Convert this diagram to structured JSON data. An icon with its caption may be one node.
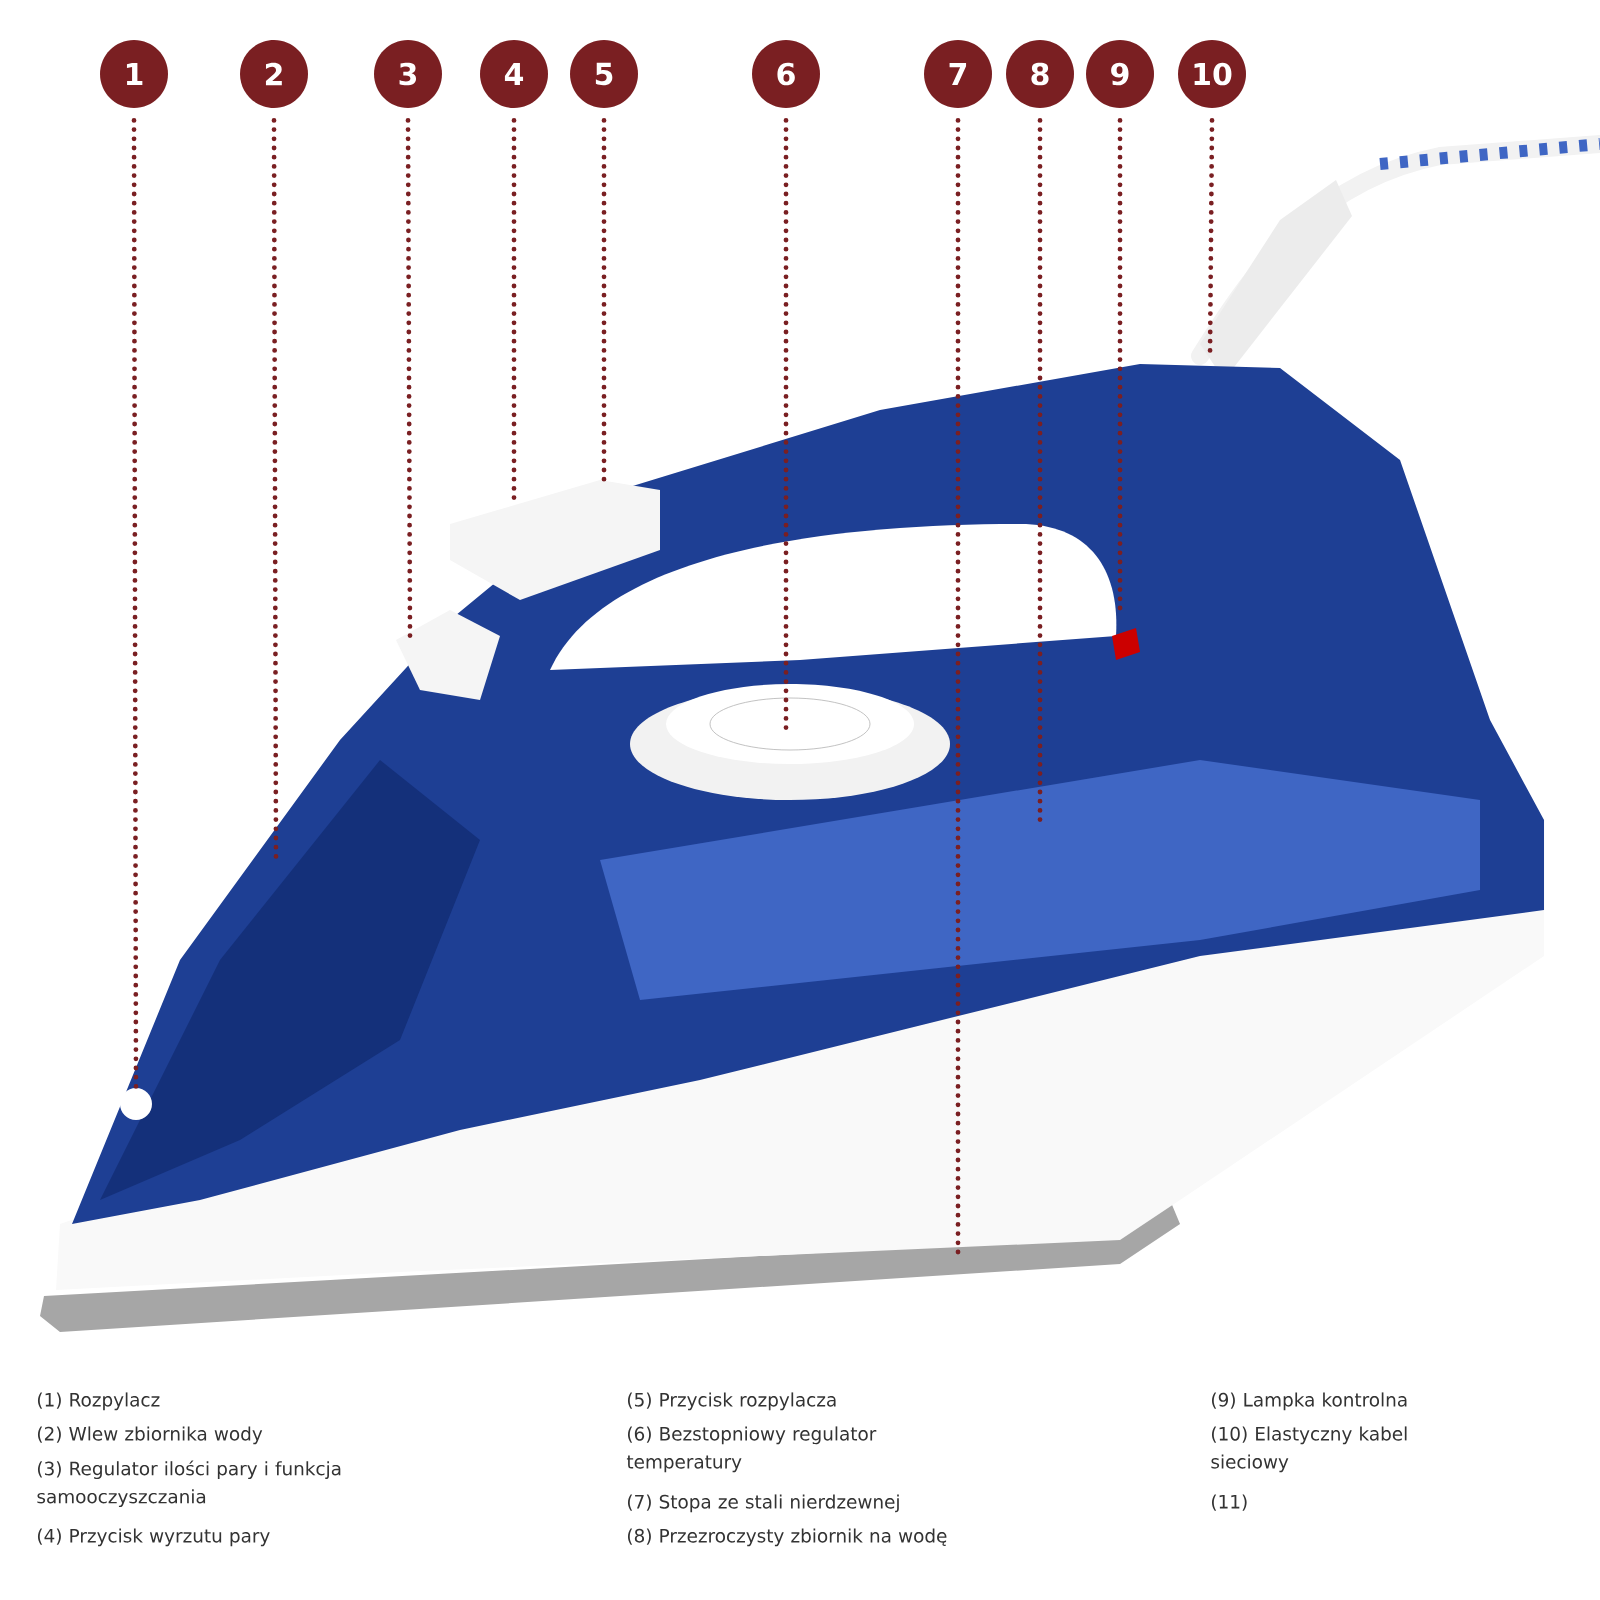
{
  "diagram": {
    "nodes": [
      {
        "text": [
          "1"
        ]
      },
      {
        "text": [
          "2"
        ]
      },
      {
        "text": [
          "3"
        ]
      },
      {
        "text": [
          "4"
        ]
      },
      {
        "text": [
          "5"
        ]
      },
      {
        "text": [
          "6"
        ]
      },
      {
        "text": [
          "7"
        ]
      },
      {
        "text": [
          "8"
        ]
      },
      {
        "text": [
          "9"
        ]
      },
      {
        "text": [
          "10"
        ]
      }
    ],
    "edges": [
      {
        "from": 0,
        "to": null,
        "arrow": "none",
        "style": "dashed"
      },
      {
        "from": 1,
        "to": null,
        "arrow": "none",
        "style": "dashed"
      },
      {
        "from": 2,
        "to": null,
        "arrow": "none",
        "style": "dashed"
      },
      {
        "from": 3,
        "to": null,
        "arrow": "none",
        "style": "dashed"
      },
      {
        "from": 4,
        "to": null,
        "arrow": "none",
        "style": "dashed"
      },
      {
        "from": 5,
        "to": null,
        "arrow": "none",
        "style": "dashed"
      },
      {
        "from": 6,
        "to": null,
        "arrow": "none",
        "style": "dashed"
      },
      {
        "from": 7,
        "to": null,
        "arrow": "none",
        "style": "dashed"
      },
      {
        "from": 8,
        "to": null,
        "arrow": "none",
        "style": "dashed"
      },
      {
        "from": 9,
        "to": null,
        "arrow": "none",
        "style": "dashed"
      }
    ],
    "labels": [
      "(1) Rozpylacz",
      "(2) Wlew zbiornika wody",
      "(3) Regulator ilości pary i funkcja samooczyszczania",
      "(4) Przycisk wyrzutu pary",
      "(5) Przycisk rozpylacza",
      "(6) Bezstopniowy regulator temperatury",
      "(7) Stopa ze stali nierdzewnej",
      "(8) Przezroczysty zbiornik na wodę",
      "(9) Lampka kontrolna",
      "(10) Elastyczny kabel sieciowy",
      "(11)"
    ]
  }
}
